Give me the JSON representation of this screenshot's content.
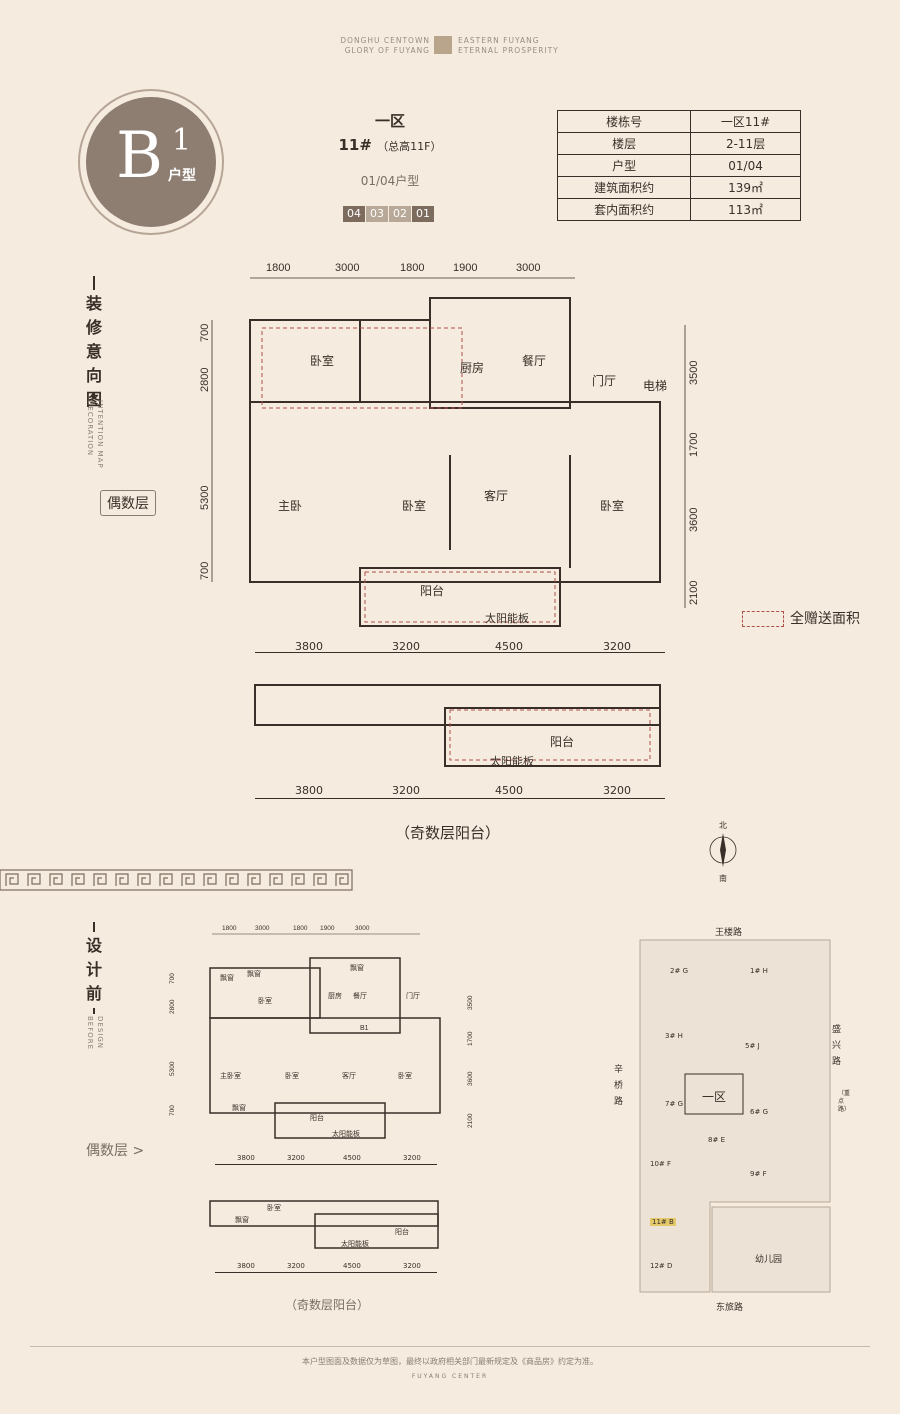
{
  "brand": {
    "left_line1": "DONGHU CENTOWN",
    "left_line2": "GLORY OF FUYANG",
    "right_line1": "EASTERN FUYANG",
    "right_line2": "ETERNAL PROSPERITY"
  },
  "badge": {
    "letter": "B",
    "number": "1",
    "suffix": "户型"
  },
  "heading": {
    "zone": "一区",
    "building": "11#",
    "building_note": "（总高11F）",
    "unit_label": "01/04户型",
    "unit_cells": [
      "04",
      "03",
      "02",
      "01"
    ]
  },
  "info_table": [
    [
      "楼栋号",
      "一区11#"
    ],
    [
      "楼层",
      "2-11层"
    ],
    [
      "户型",
      "01/04"
    ],
    [
      "建筑面积约",
      "139㎡"
    ],
    [
      "套内面积约",
      "113㎡"
    ]
  ],
  "section1": {
    "title": "装修意向图",
    "en1": "DECORATION",
    "en2": "INTENTION MAP"
  },
  "section2": {
    "title": "设计前",
    "en1": "BEFORE",
    "en2": "DESIGN"
  },
  "plan_main": {
    "floor_tag": "偶数层",
    "top_dims": [
      "1800",
      "3000",
      "1800",
      "1900",
      "3000"
    ],
    "left_dims": [
      "700",
      "2800",
      "5300",
      "700"
    ],
    "right_dims": [
      "3500",
      "1700",
      "3600",
      "2100"
    ],
    "bottom_dims": [
      "3800",
      "3200",
      "4500",
      "3200"
    ],
    "rooms": {
      "bed1": "卧室",
      "kitchen": "厨房",
      "dining": "餐厅",
      "entry": "门厅",
      "elevator": "电梯",
      "master": "主卧",
      "bed2": "卧室",
      "living": "客厅",
      "bed3": "卧室",
      "balcony": "阳台",
      "solar": "太阳能板"
    }
  },
  "plan_odd": {
    "top_dims": [
      "3800",
      "3200",
      "4500",
      "3200"
    ],
    "bottom_dims": [
      "3800",
      "3200",
      "4500",
      "3200"
    ],
    "balcony": "阳台",
    "solar": "太阳能板",
    "caption": "（奇数层阳台）"
  },
  "legend": {
    "label": "全赠送面积"
  },
  "compass": {
    "north": "北",
    "south": "南"
  },
  "before_plan": {
    "floor_tag": "偶数层 >",
    "top_dims": [
      "1800",
      "3000",
      "1800",
      "1900",
      "3000"
    ],
    "left_dims": [
      "700",
      "2800",
      "5300",
      "700"
    ],
    "right_dims": [
      "3500",
      "1700",
      "3600",
      "2100"
    ],
    "bottom_dims": [
      "3800",
      "3200",
      "4500",
      "3200"
    ],
    "rooms": {
      "bay1": "飘窗",
      "bay2": "飘窗",
      "bay3": "飘窗",
      "bay4": "飘窗",
      "bed1": "卧室",
      "kitchen": "厨房",
      "dining": "餐厅",
      "entry": "门厅",
      "master": "主卧室",
      "bed2": "卧室",
      "living": "客厅",
      "bed3": "卧室",
      "mark": "B1",
      "balcony": "阳台",
      "solar": "太阳能板"
    },
    "odd": {
      "top_dims": [
        "3800",
        "3200",
        "4500",
        "3200"
      ],
      "bay": "飘窗",
      "bed": "卧室",
      "balcony": "阳台",
      "solar": "太阳能板",
      "caption": "（奇数层阳台）"
    }
  },
  "site_map": {
    "road_top": "王楼路",
    "road_left": "辛桥路",
    "road_right": "盛兴路",
    "road_right_note": "（重点路）",
    "road_bottom": "东旅路",
    "zone": "一区",
    "kindergarten": "幼儿园",
    "buildings": [
      {
        "no": "2#",
        "type": "G"
      },
      {
        "no": "1#",
        "type": "H"
      },
      {
        "no": "3#",
        "type": "H"
      },
      {
        "no": "5#",
        "type": "J"
      },
      {
        "no": "7#",
        "type": "G"
      },
      {
        "no": "6#",
        "type": "G"
      },
      {
        "no": "8#",
        "type": "E"
      },
      {
        "no": "10#",
        "type": "F"
      },
      {
        "no": "9#",
        "type": "F"
      },
      {
        "no": "11#",
        "type": "B"
      },
      {
        "no": "12#",
        "type": "D"
      }
    ]
  },
  "footer": {
    "note": "本户型图面及数据仅为草图，最终以政府相关部门最新规定及《商品房》约定为准。",
    "brand": "FUYANG CENTER"
  }
}
